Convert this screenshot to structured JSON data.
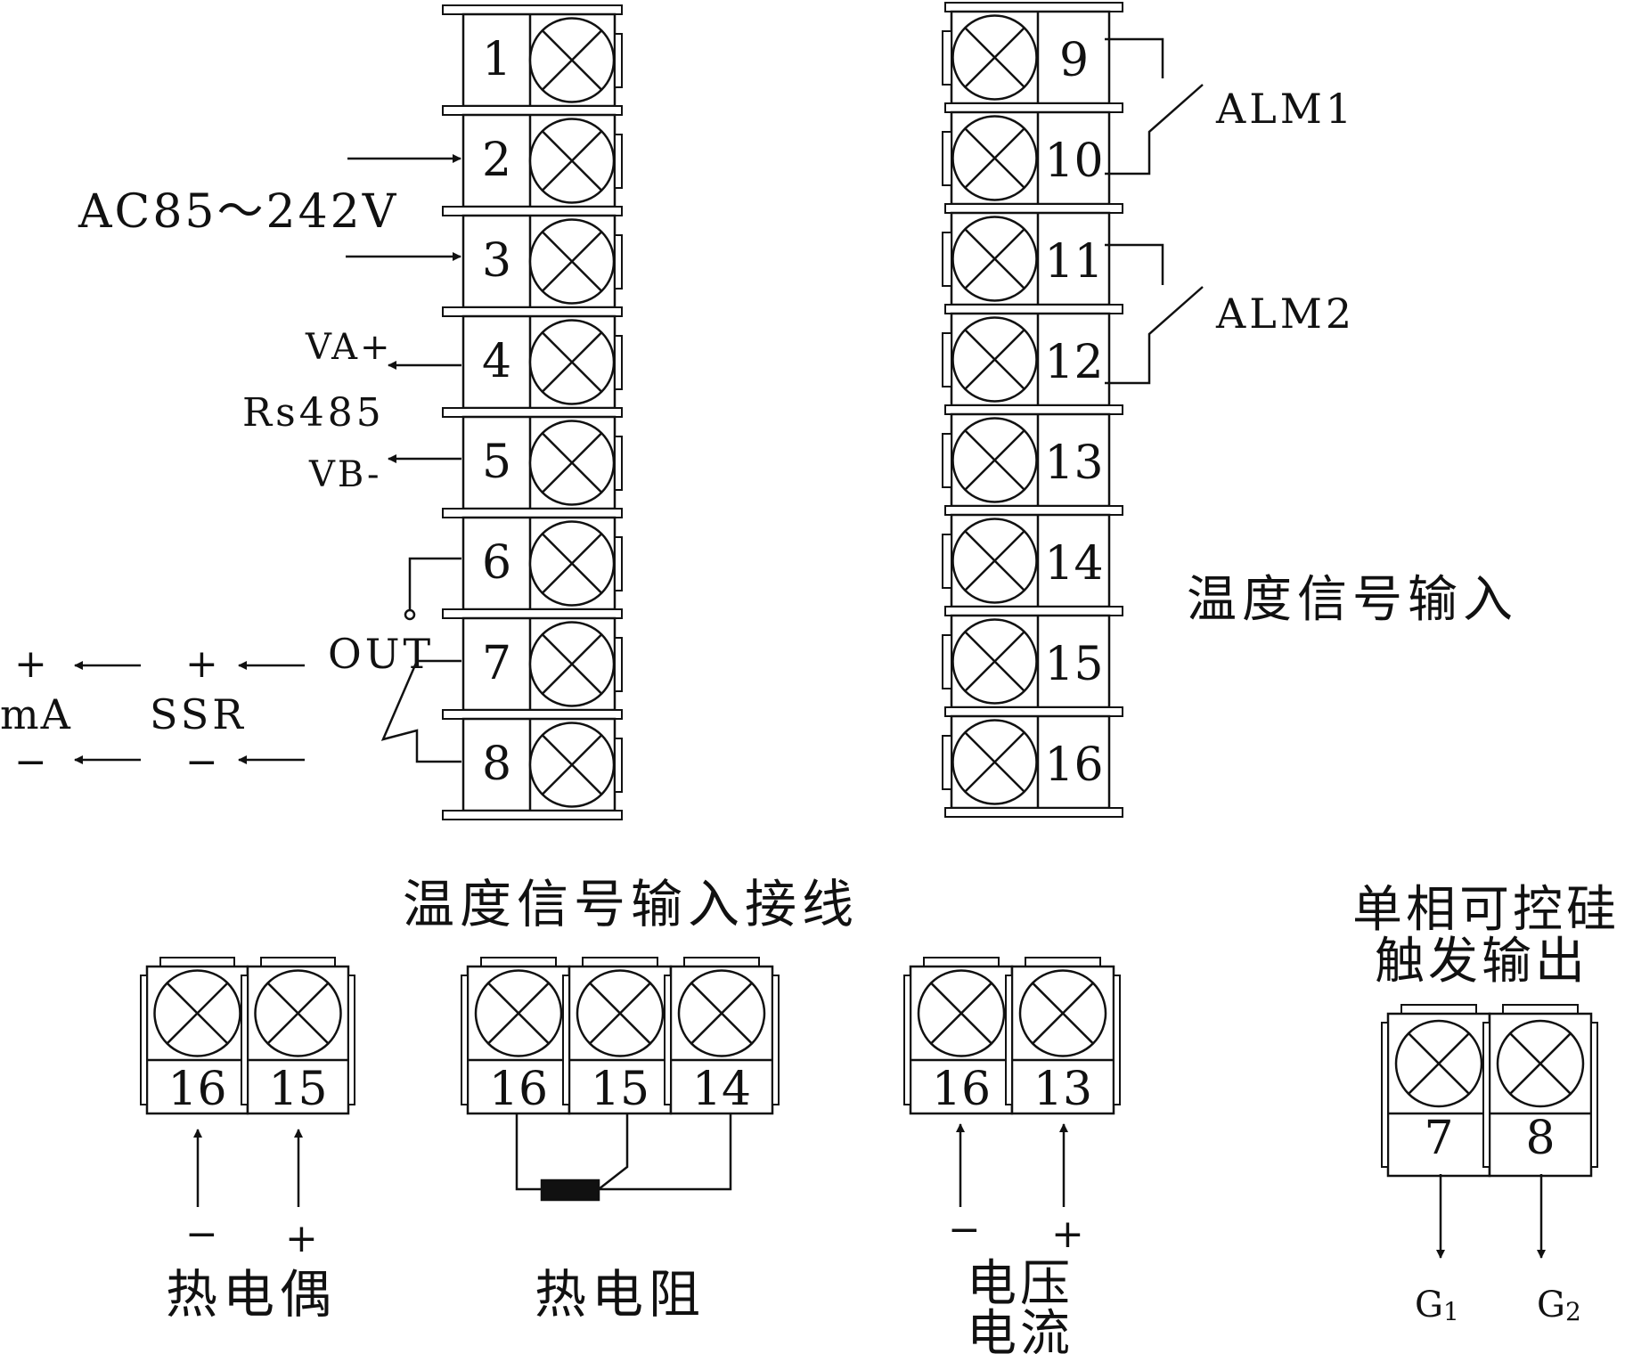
{
  "left_strip": {
    "terminals": [
      "1",
      "2",
      "3",
      "4",
      "5",
      "6",
      "7",
      "8"
    ],
    "power_label": "AC85～242V",
    "va_label": "VA+",
    "rs485_label": "Rs485",
    "vb_label": "VB-",
    "out_label": "OUT",
    "ssr_label": "SSR",
    "ma_label": "mA",
    "plus_sign": "+",
    "minus_sign": "−"
  },
  "right_strip": {
    "terminals": [
      "9",
      "10",
      "11",
      "12",
      "13",
      "14",
      "15",
      "16"
    ],
    "alm1_label": "ALM1",
    "alm2_label": "ALM2",
    "temp_input_label": "温度信号输入"
  },
  "wiring": {
    "title": "温度信号输入接线",
    "thermocouple": {
      "terminals": [
        "16",
        "15"
      ],
      "minus": "−",
      "plus": "+",
      "caption": "热电偶"
    },
    "rtd": {
      "terminals": [
        "16",
        "15",
        "14"
      ],
      "caption": "热电阻"
    },
    "voltage_current": {
      "terminals": [
        "16",
        "13"
      ],
      "minus": "−",
      "plus": "+",
      "caption_line1": "电压",
      "caption_line2": "电流"
    }
  },
  "scr": {
    "title_line1": "单相可控硅",
    "title_line2": "触发输出",
    "terminals": [
      "7",
      "8"
    ],
    "g1_main": "G",
    "g1_sub": "1",
    "g2_main": "G",
    "g2_sub": "2"
  }
}
